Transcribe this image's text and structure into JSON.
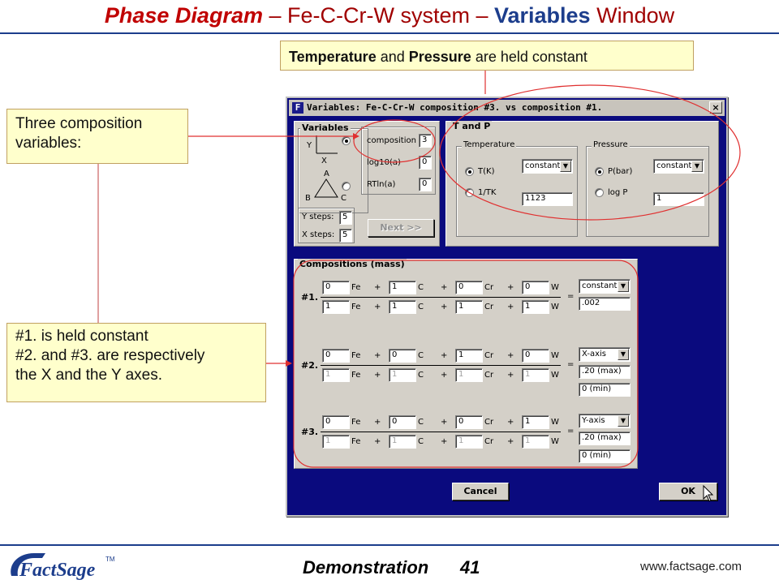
{
  "slide": {
    "title_part1": "Phase Diagram",
    "title_part2": " – Fe-C-Cr-W system – ",
    "title_part3": "Variables",
    "title_part4": " Window"
  },
  "callouts": {
    "tp_b1": "Temperature",
    "tp_t1": " and ",
    "tp_b2": "Pressure",
    "tp_t2": " are held constant",
    "vars_line1": "Three composition",
    "vars_line2": "variables:",
    "comp_line1": "#1. is held constant",
    "comp_line2": "#2. and #3. are respectively",
    "comp_line3": "the X and the Y axes."
  },
  "dialog": {
    "app_icon": "F",
    "title": "Variables: Fe-C-Cr-W  composition #3. vs composition #1.",
    "close_label": "×",
    "variables": {
      "group_label": "Variables",
      "y_label": "Y",
      "x_label": "X",
      "a_label": "A",
      "b_label": "B",
      "c_label": "C",
      "rows": [
        {
          "label": "composition",
          "value": "3"
        },
        {
          "label": "log10(a)",
          "value": "0"
        },
        {
          "label": "RTln(a)",
          "value": "0"
        }
      ],
      "y_steps_label": "Y steps:",
      "y_steps": "5",
      "x_steps_label": "X steps:",
      "x_steps": "5",
      "next_label": "Next >>"
    },
    "tp": {
      "group_label": "T and P",
      "temperature": {
        "label": "Temperature",
        "opt1": "T(K)",
        "opt2": "1/TK",
        "mode": "constant",
        "value": "1123"
      },
      "pressure": {
        "label": "Pressure",
        "opt1": "P(bar)",
        "opt2": "log P",
        "mode": "constant",
        "value": "1"
      }
    },
    "compositions": {
      "group_label": "Compositions (mass)",
      "elements": [
        "Fe",
        "C",
        "Cr",
        "W"
      ],
      "plus": "+",
      "equals": "=",
      "rows": [
        {
          "id": "#1.",
          "num": [
            "0",
            "1",
            "0",
            "0"
          ],
          "den": [
            "1",
            "1",
            "1",
            "1"
          ],
          "mode": "constant",
          "v1": ".002",
          "v2": ""
        },
        {
          "id": "#2.",
          "num": [
            "0",
            "0",
            "1",
            "0"
          ],
          "den": [
            "1",
            "1",
            "1",
            "1"
          ],
          "mode": "X-axis",
          "v1": ".20 (max)",
          "v2": "0 (min)"
        },
        {
          "id": "#3.",
          "num": [
            "0",
            "0",
            "0",
            "1"
          ],
          "den": [
            "1",
            "1",
            "1",
            "1"
          ],
          "mode": "Y-axis",
          "v1": ".20 (max)",
          "v2": "0 (min)"
        }
      ]
    },
    "cancel_label": "Cancel",
    "ok_label": "OK"
  },
  "footer": {
    "logo_text": "FactSage",
    "logo_tm": "TM",
    "demo_label": "Demonstration",
    "page_number": "41",
    "url": "www.factsage.com"
  },
  "colors": {
    "title_red": "#c00000",
    "title_blue": "#1c3d8c",
    "dialog_bg": "#0a0a7e",
    "callout_bg": "#ffffcc",
    "annotation_red": "#e03030"
  }
}
